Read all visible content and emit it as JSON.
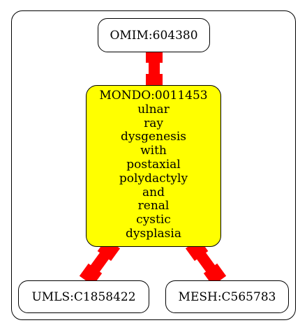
{
  "graph": {
    "nodes": {
      "omim": {
        "label": "OMIM:604380"
      },
      "mondo": {
        "label_lines": [
          "MONDO:0011453",
          "ulnar",
          "ray",
          "dysgenesis",
          "with",
          "postaxial",
          "polydactyly",
          "and",
          "renal",
          "cystic",
          "dysplasia"
        ],
        "fill": "#ffff00"
      },
      "umls": {
        "label": "UMLS:C1858422"
      },
      "mesh": {
        "label": "MESH:C565783"
      }
    },
    "edges": [
      {
        "from": "omim",
        "to": "mondo"
      },
      {
        "from": "mondo",
        "to": "umls"
      },
      {
        "from": "mondo",
        "to": "mesh"
      }
    ],
    "edge_color": "#ff0000"
  }
}
